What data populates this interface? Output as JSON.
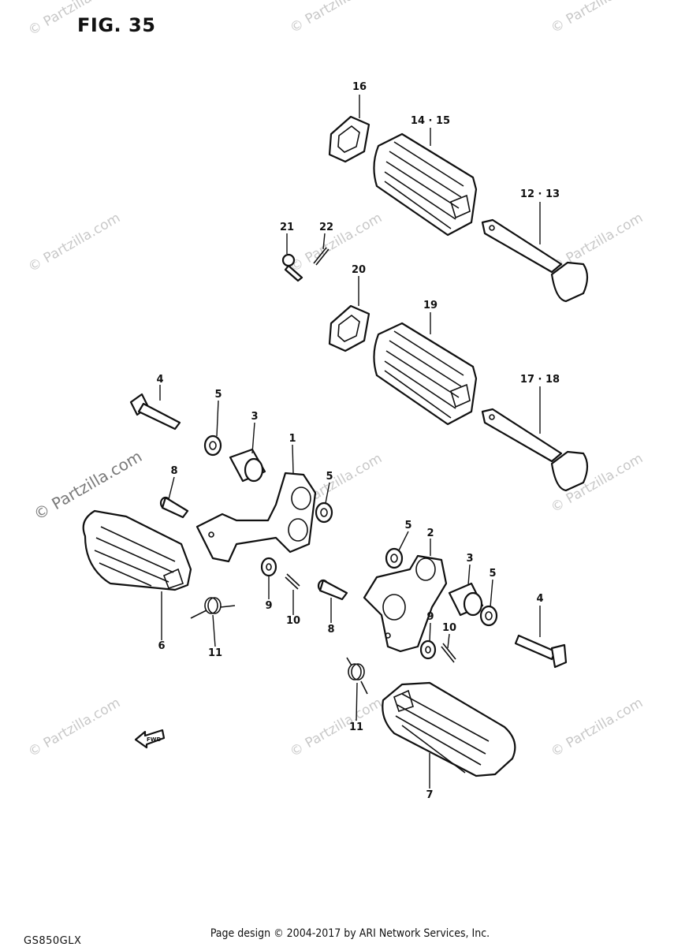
{
  "figure": {
    "title": "FIG. 35",
    "model": "GS850GLX"
  },
  "footer": {
    "copyright": "Page design © 2004-2017 by ARI Network Services, Inc."
  },
  "watermark": {
    "text": "© Partzilla.com"
  },
  "fwd_arrow": {
    "label": "FWD"
  },
  "callouts": {
    "c16": "16",
    "c14_15": "14 · 15",
    "c12_13": "12 · 13",
    "c21": "21",
    "c22": "22",
    "c20": "20",
    "c19": "19",
    "c17_18": "17 · 18",
    "c4a": "4",
    "c5a": "5",
    "c3a": "3",
    "c1": "1",
    "c5b": "5",
    "c8a": "8",
    "c9a": "9",
    "c10a": "10",
    "c6": "6",
    "c11a": "11",
    "c5c": "5",
    "c2": "2",
    "c3b": "3",
    "c5d": "5",
    "c4b": "4",
    "c8b": "8",
    "c9b": "9",
    "c10b": "10",
    "c11b": "11",
    "c7": "7"
  }
}
